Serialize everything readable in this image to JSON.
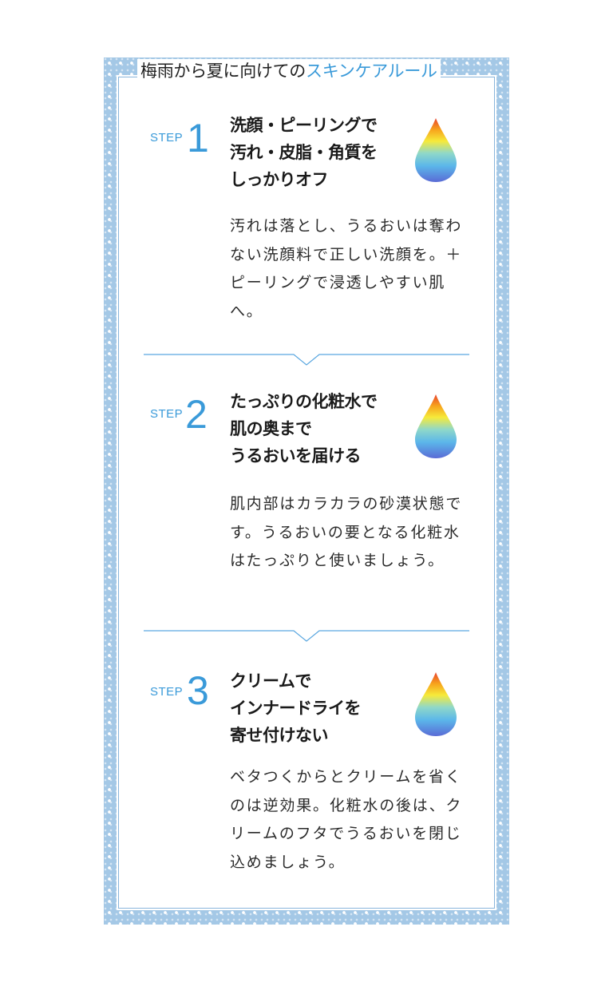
{
  "title": {
    "part1": "梅雨から夏に向けての",
    "part2": "スキンケアルール"
  },
  "colors": {
    "accent": "#3a9ad9",
    "frame": "#a4c8e6"
  },
  "steps": [
    {
      "label": "STEP",
      "number": "1",
      "heading": "洗顔・ピーリングで\n汚れ・皮脂・角質を\nしっかりオフ",
      "body": "汚れは落とし、うるおいは奪わない洗顔料で正しい洗顔を。＋ピーリングで浸透しやすい肌へ。",
      "icon": "rainbow-drop-icon"
    },
    {
      "label": "STEP",
      "number": "2",
      "heading": "たっぷりの化粧水で\n肌の奥まで\nうるおいを届ける",
      "body": "肌内部はカラカラの砂漠状態です。うるおいの要となる化粧水はたっぷりと使いましょう。",
      "icon": "rainbow-drop-icon"
    },
    {
      "label": "STEP",
      "number": "3",
      "heading": "クリームで\nインナードライを\n寄せ付けない",
      "body": "ベタつくからとクリームを省くのは逆効果。化粧水の後は、クリームのフタでうるおいを閉じ込めましょう。",
      "icon": "rainbow-drop-icon"
    }
  ]
}
